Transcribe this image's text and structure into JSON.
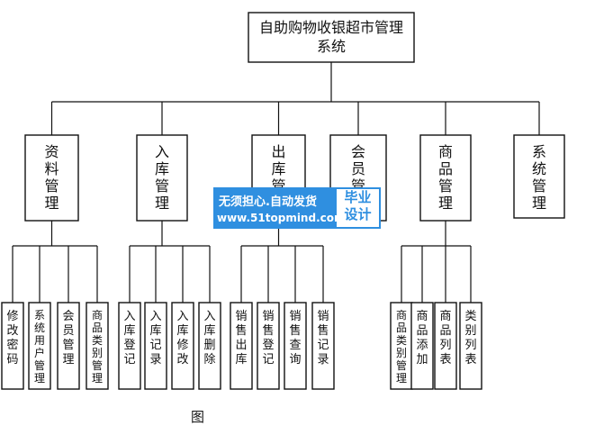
{
  "root": {
    "lines": [
      "自助购物收银超市管理",
      "系统"
    ]
  },
  "modules": [
    {
      "label": "资料管理",
      "children": [
        "修改密码",
        "系统用户管理",
        "会员管理",
        "商品类别管理"
      ]
    },
    {
      "label": "入库管理",
      "children": [
        "入库登记",
        "入库记录",
        "入库修改",
        "入库删除"
      ]
    },
    {
      "label": "出库管理",
      "children": [
        "销售出库",
        "销售登记",
        "销售查询",
        "销售记录"
      ]
    },
    {
      "label": "会员管理",
      "children": []
    },
    {
      "label": "商品管理",
      "children": [
        "商品类别管理",
        "商品添加",
        "商品列表",
        "类别列表"
      ]
    },
    {
      "label": "系统管理",
      "children": []
    }
  ],
  "watermark": {
    "line1": "无须担心.自动发货",
    "line2": "www.51topmind.com",
    "tag1": "毕业",
    "tag2": "设计"
  },
  "caption": "图"
}
